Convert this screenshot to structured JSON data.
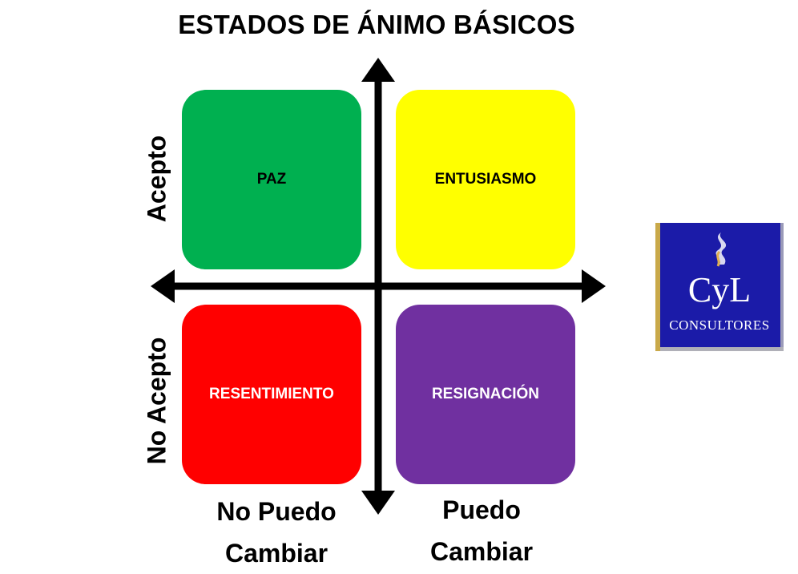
{
  "title": "ESTADOS DE ÁNIMO BÁSICOS",
  "quadrants": {
    "top_left": {
      "label": "PAZ",
      "color": "#00b050"
    },
    "top_right": {
      "label": "ENTUSIASMO",
      "color": "#ffff00"
    },
    "bottom_left": {
      "label": "RESENTIMIENTO",
      "color": "#ff0000"
    },
    "bottom_right": {
      "label": "RESIGNACIÓN",
      "color": "#7030a0"
    }
  },
  "axes": {
    "y_top": "Acepto",
    "y_bottom": "No Acepto",
    "x_left_line1": "No Puedo",
    "x_left_line2": "Cambiar",
    "x_right_line1": "Puedo",
    "x_right_line2": "Cambiar"
  },
  "logo": {
    "name": "CyL",
    "subtitle": "CONSULTORES",
    "background": "#1b1ba8"
  }
}
